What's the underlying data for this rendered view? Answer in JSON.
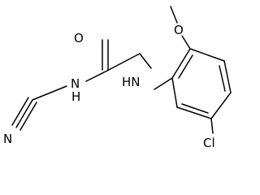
{
  "molecule": {
    "atoms": {
      "oxygen_carbonyl": "O",
      "oxygen_methoxy": "O",
      "nh_amide": "N\nH",
      "hn_amine": "HN",
      "nitrile_n": "N",
      "chlorine": "Cl"
    }
  }
}
